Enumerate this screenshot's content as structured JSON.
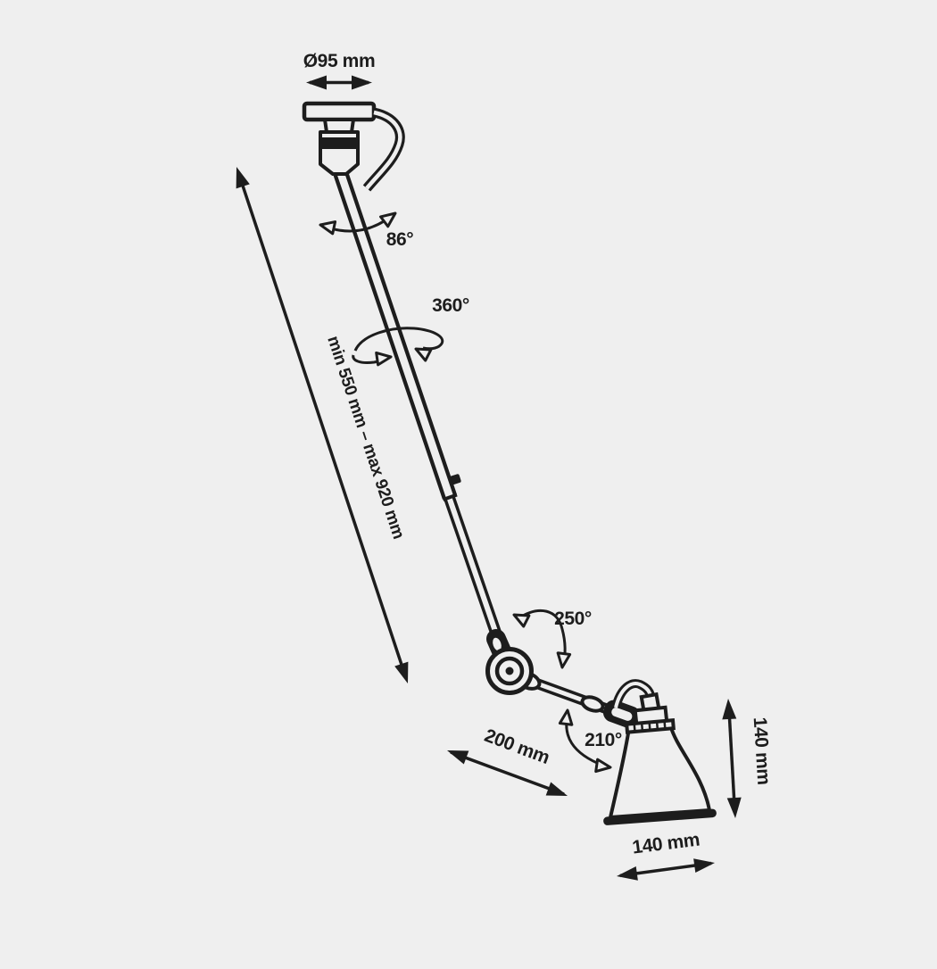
{
  "diagram": {
    "title": "Articulated ceiling lamp dimension drawing",
    "colors": {
      "background": "#efefef",
      "line": "#1d1d1d"
    },
    "dimensions": {
      "canopy_diameter": "Ø95 mm",
      "drop_range": "min 550 mm – max 920 mm",
      "arm_length": "200 mm",
      "shade_height": "140 mm",
      "shade_width": "140 mm"
    },
    "angles": {
      "canopy_tilt": "86°",
      "rod_rotation": "360°",
      "elbow_rotation": "250°",
      "shade_rotation": "210°"
    }
  }
}
